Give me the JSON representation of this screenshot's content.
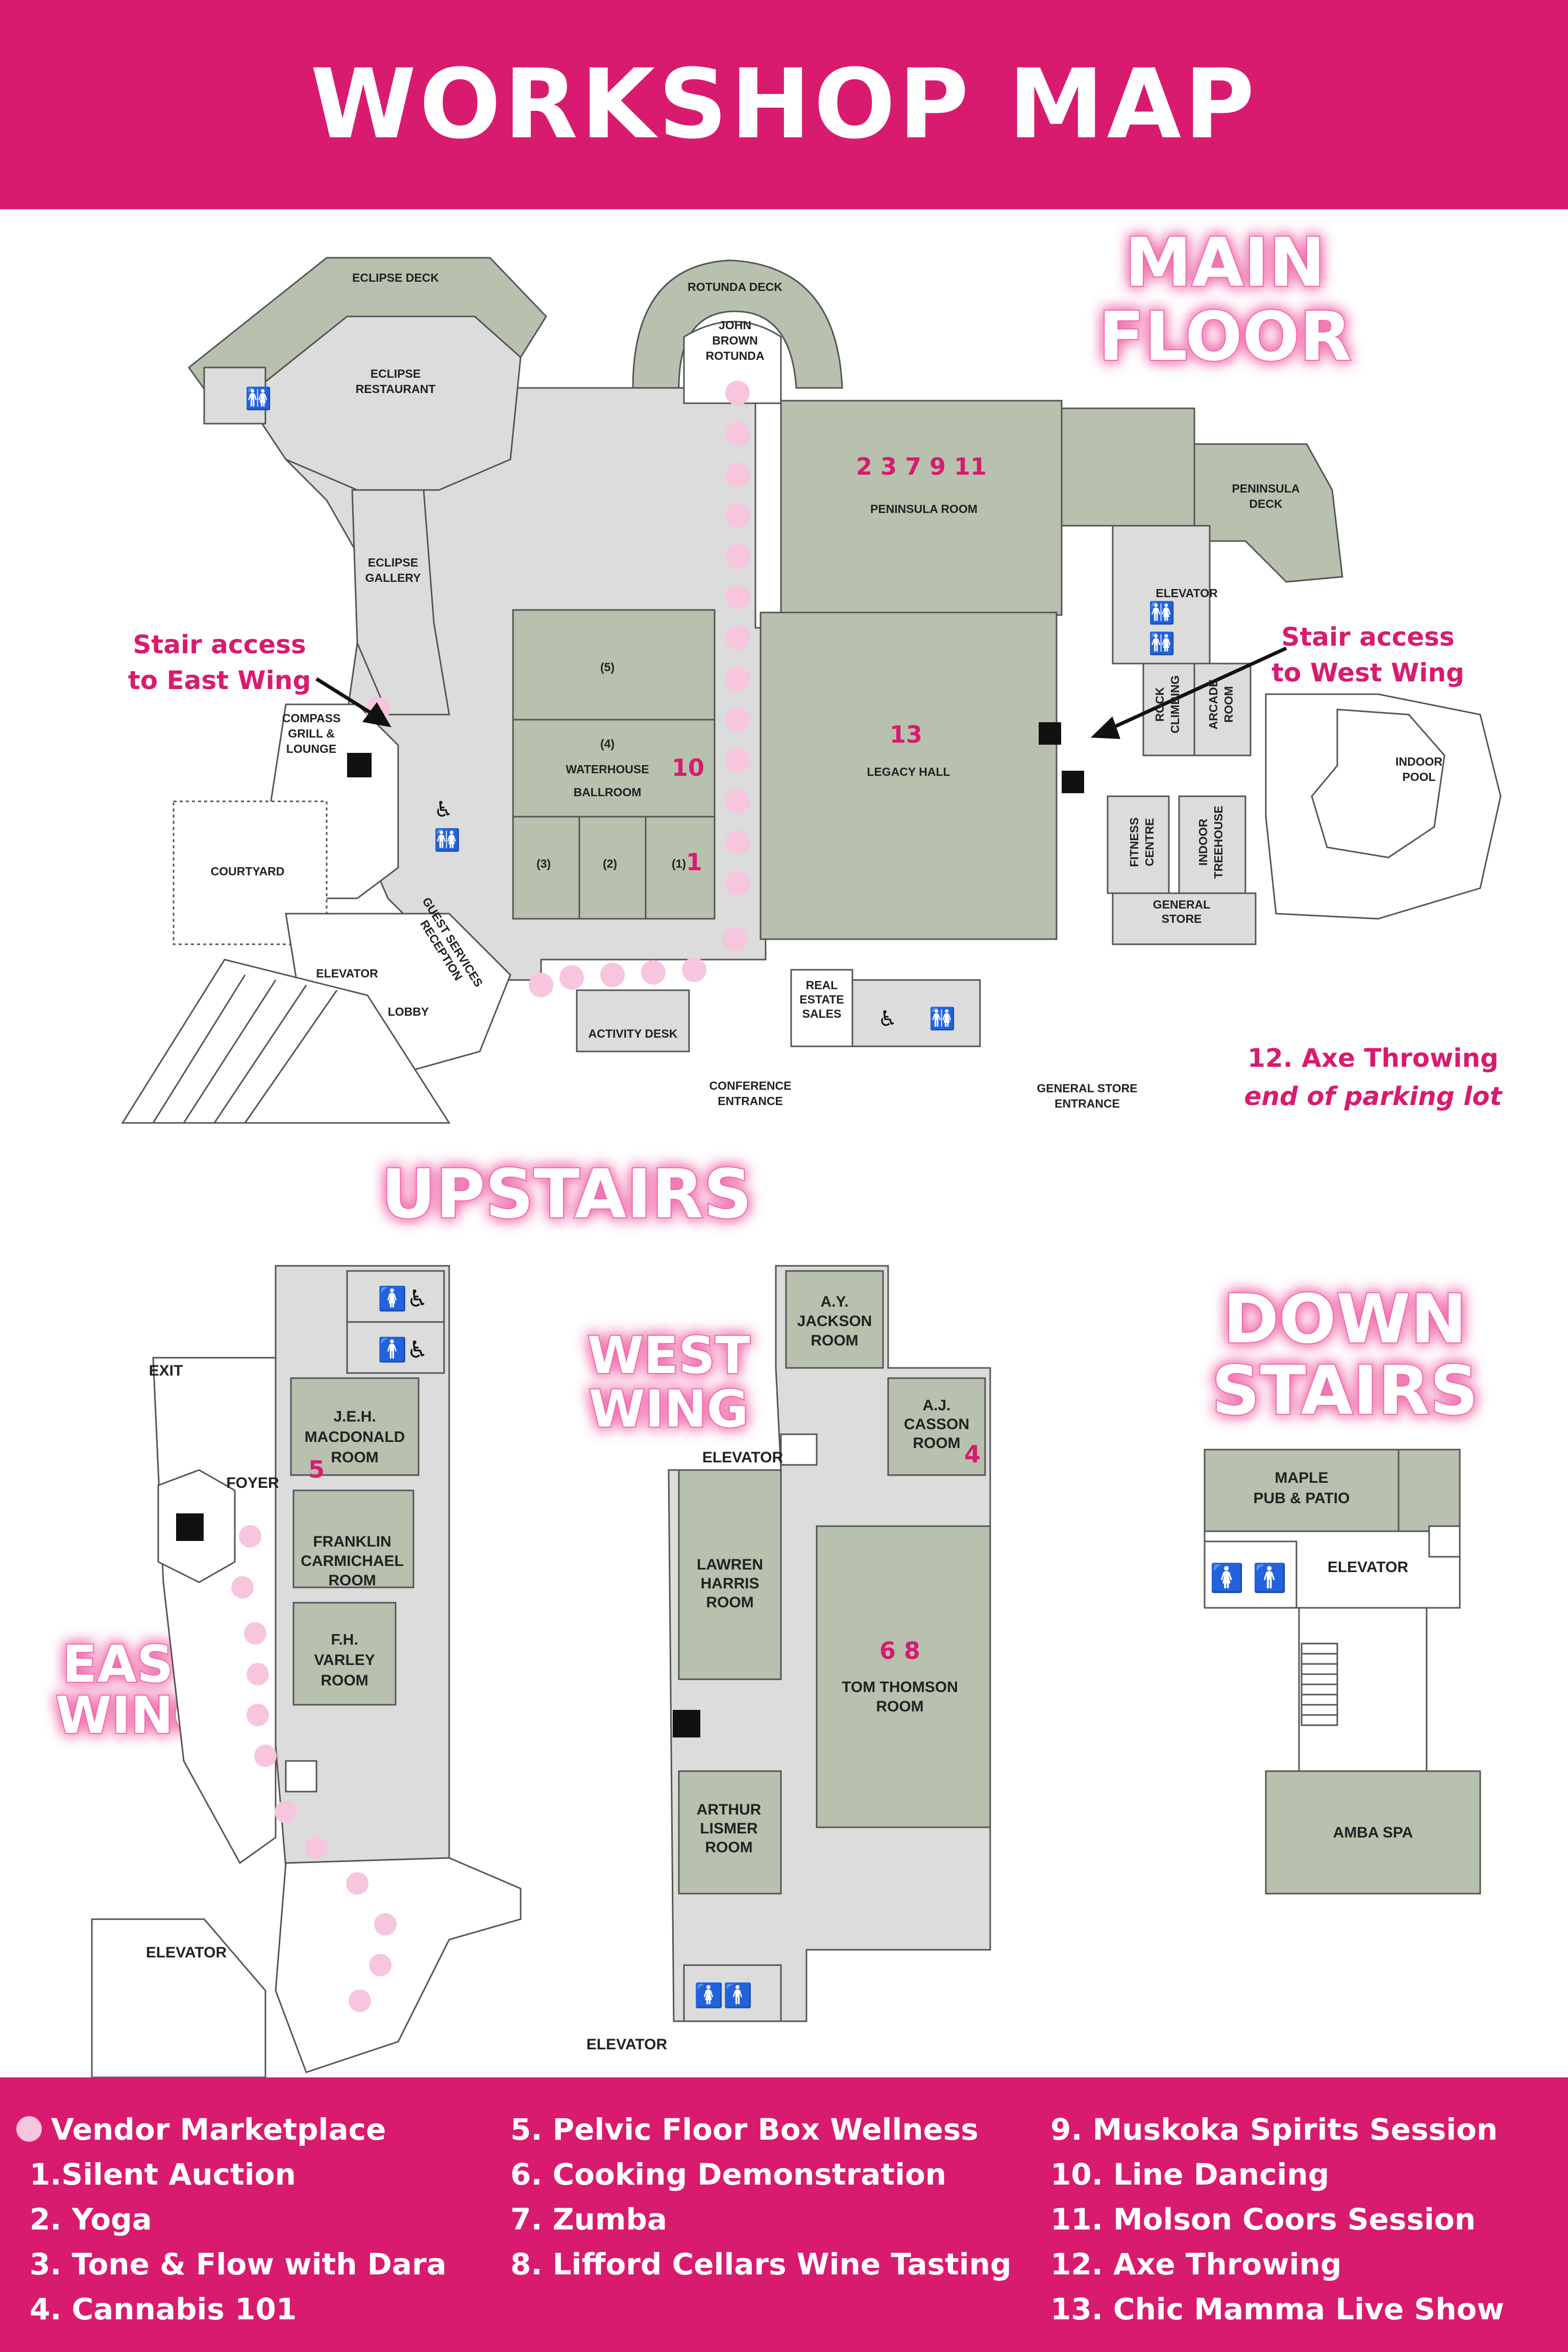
{
  "title": "WORKSHOP MAP",
  "sections": {
    "main_floor": [
      "MAIN",
      "FLOOR"
    ],
    "upstairs": "UPSTAIRS",
    "downstairs": [
      "DOWN",
      "STAIRS"
    ],
    "west_wing": [
      "WEST",
      "WING"
    ],
    "east_wing": [
      "EAST",
      "WING"
    ]
  },
  "notes": {
    "stair_east": [
      "Stair access",
      "to East Wing"
    ],
    "stair_west": [
      "Stair access",
      "to West Wing"
    ],
    "axe": "12. Axe Throwing",
    "axe_location": "end of parking lot"
  },
  "main_floor": {
    "eclipse_deck": "ECLIPSE DECK",
    "eclipse_restaurant": [
      "ECLIPSE",
      "RESTAURANT"
    ],
    "rotunda_deck": "ROTUNDA DECK",
    "john_brown_rotunda": [
      "JOHN",
      "BROWN",
      "ROTUNDA"
    ],
    "peninsula_room": "PENINSULA ROOM",
    "peninsula_deck": [
      "PENINSULA",
      "DECK"
    ],
    "eclipse_gallery": [
      "ECLIPSE",
      "GALLERY"
    ],
    "compass_grill": [
      "COMPASS",
      "GRILL &",
      "LOUNGE"
    ],
    "waterhouse_ballroom": [
      "WATERHOUSE",
      "BALLROOM"
    ],
    "ballroom_sections": [
      "(5)",
      "(4)",
      "(3)",
      "(2)",
      "(1)"
    ],
    "legacy_hall": "LEGACY HALL",
    "elevator": "ELEVATOR",
    "rock_climbing": [
      "ROCK",
      "CLIMBING"
    ],
    "arcade_room": [
      "ARCADE",
      "ROOM"
    ],
    "indoor_pool": [
      "INDOOR",
      "POOL"
    ],
    "fitness_centre": [
      "FITNESS",
      "CENTRE"
    ],
    "indoor_treehouse": [
      "INDOOR",
      "TREEHOUSE"
    ],
    "general_store": [
      "GENERAL",
      "STORE"
    ],
    "courtyard": "COURTYARD",
    "lobby": "LOBBY",
    "guest_services": [
      "GUEST SERVICES",
      "RECEPTION"
    ],
    "activity_desk": "ACTIVITY DESK",
    "real_estate_sales": [
      "REAL",
      "ESTATE",
      "SALES"
    ],
    "conference_entrance": [
      "CONFERENCE",
      "ENTRANCE"
    ],
    "general_store_entrance": [
      "GENERAL STORE",
      "ENTRANCE"
    ],
    "nums": {
      "peninsula": "2 3 7 9 11",
      "legacy": "13",
      "ballroom": "10",
      "ballroom_1": "1"
    }
  },
  "east_wing": {
    "exit": "EXIT",
    "foyer": "FOYER",
    "elevator": "ELEVATOR",
    "jeh": [
      "J.E.H.",
      "MACDONALD",
      "ROOM"
    ],
    "franklin": [
      "FRANKLIN",
      "CARMICHAEL",
      "ROOM"
    ],
    "varley": [
      "F.H.",
      "VARLEY",
      "ROOM"
    ],
    "num": "5"
  },
  "west_wing": {
    "ay": [
      "A.Y.",
      "JACKSON",
      "ROOM"
    ],
    "aj": [
      "A.J.",
      "CASSON",
      "ROOM"
    ],
    "lawren": [
      "LAWREN",
      "HARRIS",
      "ROOM"
    ],
    "tom": [
      "TOM THOMSON",
      "ROOM"
    ],
    "arthur": [
      "ARTHUR",
      "LISMER",
      "ROOM"
    ],
    "elevator_top": "ELEVATOR",
    "elevator_bottom": "ELEVATOR",
    "num_aj": "4",
    "num_tom": "6  8"
  },
  "downstairs": {
    "maple": [
      "MAPLE",
      "PUB & PATIO"
    ],
    "elevator": "ELEVATOR",
    "amba": "AMBA SPA"
  },
  "legend": {
    "col1": [
      "Vendor Marketplace",
      "1.Silent Auction",
      "2. Yoga",
      "3. Tone & Flow with Dara",
      "4. Cannabis 101"
    ],
    "col2": [
      "5. Pelvic Floor Box Wellness",
      "6. Cooking Demonstration",
      "7. Zumba",
      "8. Lifford Cellars Wine Tasting"
    ],
    "col3": [
      "9. Muskoka Spirits Session",
      "10. Line Dancing",
      "11. Molson Coors Session",
      "12. Axe Throwing",
      "13. Chic Mamma Live Show"
    ]
  },
  "colors": {
    "brand_pink": "#d81b6f",
    "vendor_dot": "#f7c5de",
    "room_fill": "#b8c0ae",
    "floor_fill": "#dcdcdc"
  }
}
